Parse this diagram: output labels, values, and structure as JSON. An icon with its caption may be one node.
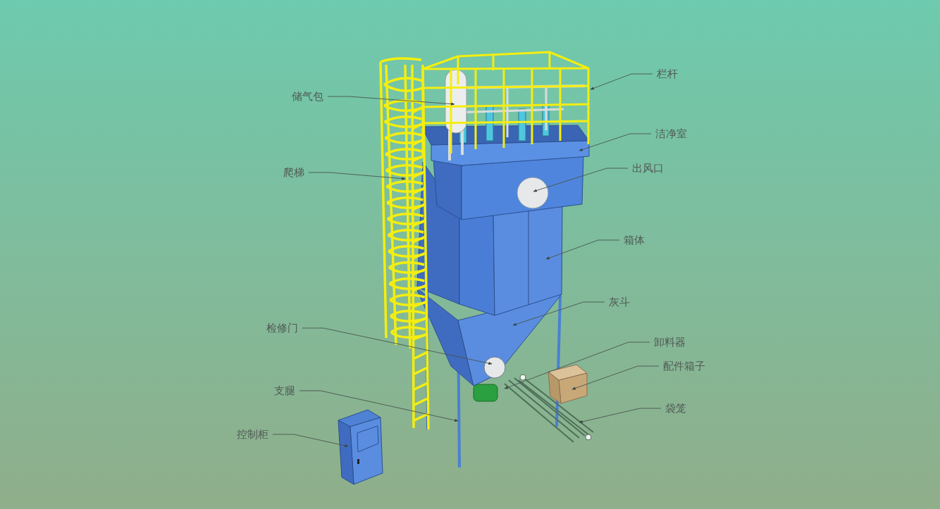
{
  "diagram": {
    "nodes": [
      {
        "text": [
          "栏杆"
        ]
      },
      {
        "text": [
          "储气包"
        ]
      },
      {
        "text": [
          "洁净室"
        ]
      },
      {
        "text": [
          "出风口"
        ]
      },
      {
        "text": [
          "爬梯"
        ]
      },
      {
        "text": [
          "箱体"
        ]
      },
      {
        "text": [
          "灰斗"
        ]
      },
      {
        "text": [
          "检修门"
        ]
      },
      {
        "text": [
          "卸料器"
        ]
      },
      {
        "text": [
          "配件箱子"
        ]
      },
      {
        "text": [
          "支腿"
        ]
      },
      {
        "text": [
          "袋笼"
        ]
      },
      {
        "text": [
          "控制柜"
        ]
      }
    ],
    "edges": [
      {
        "from": 0,
        "to": null,
        "arrow": "to"
      },
      {
        "from": 1,
        "to": null,
        "arrow": "to"
      },
      {
        "from": 2,
        "to": null,
        "arrow": "to"
      },
      {
        "from": 3,
        "to": null,
        "arrow": "to"
      },
      {
        "from": 4,
        "to": null,
        "arrow": "to"
      },
      {
        "from": 5,
        "to": null,
        "arrow": "to"
      },
      {
        "from": 6,
        "to": null,
        "arrow": "to"
      },
      {
        "from": 7,
        "to": null,
        "arrow": "to"
      },
      {
        "from": 8,
        "to": null,
        "arrow": "to"
      },
      {
        "from": 9,
        "to": null,
        "arrow": "to"
      },
      {
        "from": 10,
        "to": null,
        "arrow": "to"
      },
      {
        "from": 11,
        "to": null,
        "arrow": "to"
      },
      {
        "from": 12,
        "to": null,
        "arrow": "to"
      }
    ]
  }
}
